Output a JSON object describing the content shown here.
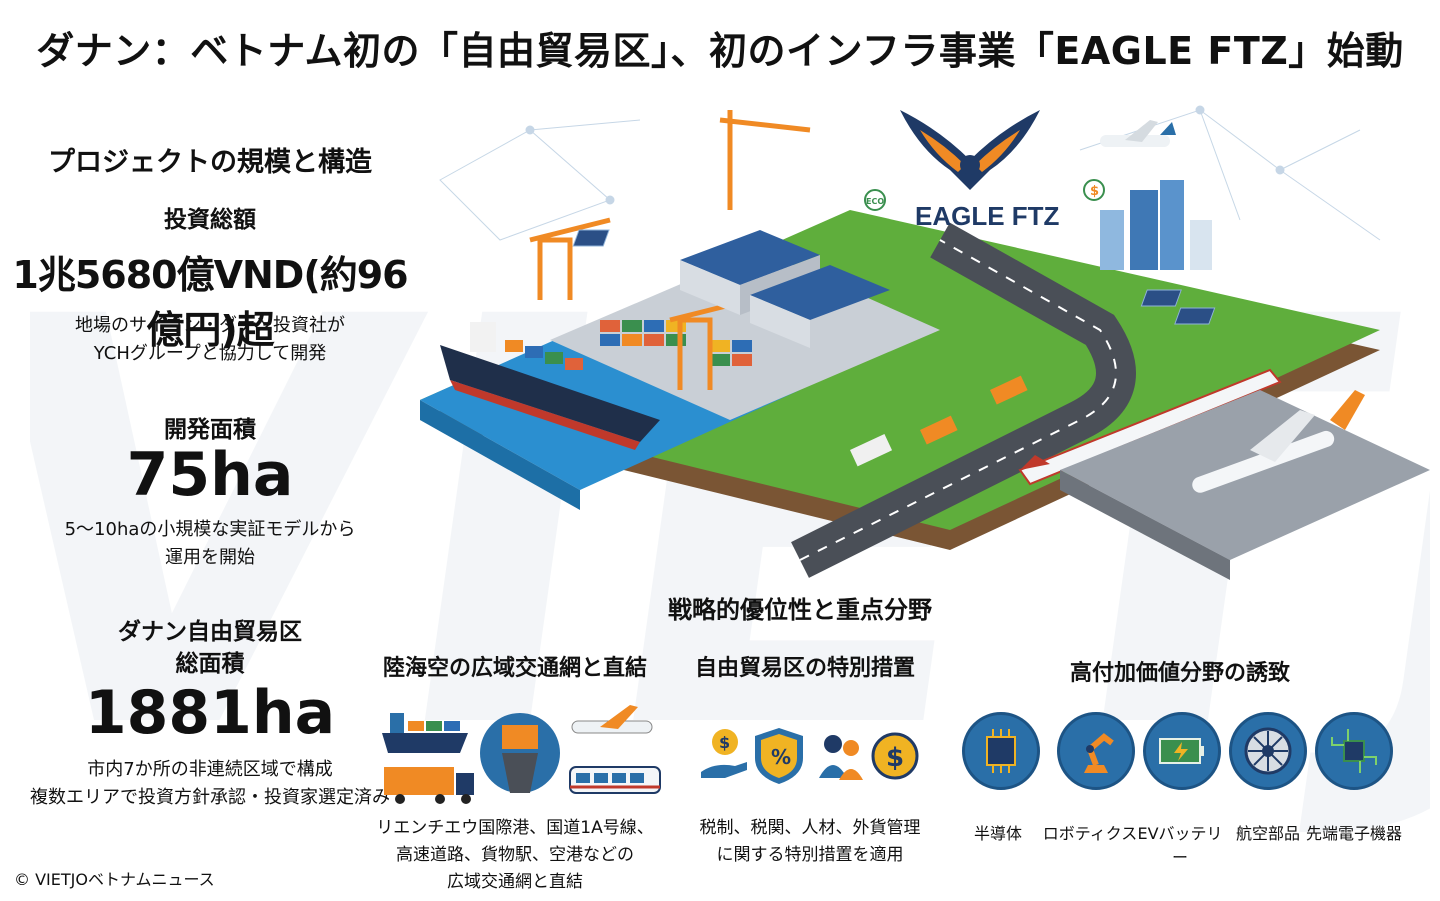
{
  "title": "ダナン：ベトナム初の「自由貿易区」、初のインフラ事業「EAGLE FTZ」始動",
  "watermark": "VIETJO",
  "left": {
    "heading": "プロジェクトの規模と構造",
    "investment_label": "投資総額",
    "investment_value": "1兆5680億VND(約96億円)超",
    "investment_note_1": "地場のサイゴン・ダナン投資社が",
    "investment_note_2": "YCHグループと協力して開発",
    "area_label": "開発面積",
    "area_value": "75ha",
    "area_note_1": "5～10haの小規模な実証モデルから",
    "area_note_2": "運用を開始",
    "ftz_label_1": "ダナン自由貿易区",
    "ftz_label_2": "総面積",
    "ftz_value": "1881ha",
    "ftz_note_1": "市内7か所の非連続区域で構成",
    "ftz_note_2": "複数エリアで投資方針承認・投資家選定済み"
  },
  "copyright": "© VIETJOベトナムニュース",
  "illustration": {
    "logo_text": "EAGLE FTZ",
    "eco_badge": "ECO",
    "dollar_sign": "$"
  },
  "strategy": {
    "heading": "戦略的優位性と重点分野",
    "col1_title": "陸海空の広域交通網と直結",
    "col1_desc_1": "リエンチエウ国際港、国道1A号線、",
    "col1_desc_2": "高速道路、貨物駅、空港などの",
    "col1_desc_3": "広域交通網と直結",
    "col2_title": "自由貿易区の特別措置",
    "col2_desc_1": "税制、税関、人材、外貨管理",
    "col2_desc_2": "に関する特別措置を適用",
    "col2_icon_percent": "%",
    "col3_title": "高付加価値分野の誘致",
    "industries": [
      "半導体",
      "ロボティクス",
      "EVバッテリー",
      "航空部品",
      "先端電子機器"
    ]
  },
  "colors": {
    "navy": "#1f3a66",
    "orange": "#f08a24",
    "sea": "#2b8fd0",
    "grass": "#5fae3c",
    "icon_blue": "#2a6fa8"
  }
}
